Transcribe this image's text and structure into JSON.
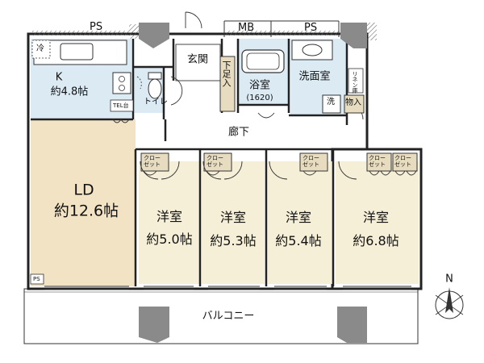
{
  "colors": {
    "wall": "#222222",
    "wet_area": "#dbeaf3",
    "room_floor": "#f6efd8",
    "ld_floor": "#f1e3c4",
    "hall_floor": "#ffffff",
    "pillar": "#8a8a8a",
    "balcony": "#ffffff"
  },
  "labels": {
    "ps_top": "PS",
    "mb": "MB",
    "ps_top_right": "PS",
    "fridge": "冷",
    "k_name": "K",
    "k_size": "約4.8帖",
    "genkan": "玄関",
    "shoe_storage": "下足入",
    "bath_name": "浴室",
    "bath_size": "(1620)",
    "washroom": "洗面室",
    "linen": "リネン庫",
    "washer": "洗",
    "storage": "物入",
    "toilet": "トイレ",
    "tel": "TEL台",
    "corridor": "廊下",
    "ld_name": "LD",
    "ld_size": "約12.6帖",
    "ps_bottom": "PS",
    "closet": "クロー\nゼット",
    "room1_name": "洋室",
    "room1_size": "約5.0帖",
    "room2_name": "洋室",
    "room2_size": "約5.3帖",
    "room3_name": "洋室",
    "room3_size": "約5.4帖",
    "room4_name": "洋室",
    "room4_size": "約6.8帖",
    "balcony": "バルコニー",
    "north": "N"
  },
  "icons": {
    "compass": "north-arrow-compass",
    "sink": "kitchen-sink",
    "stove": "kitchen-stove",
    "toilet": "toilet-bowl",
    "bathtub": "bathtub",
    "basin": "wash-basin"
  }
}
